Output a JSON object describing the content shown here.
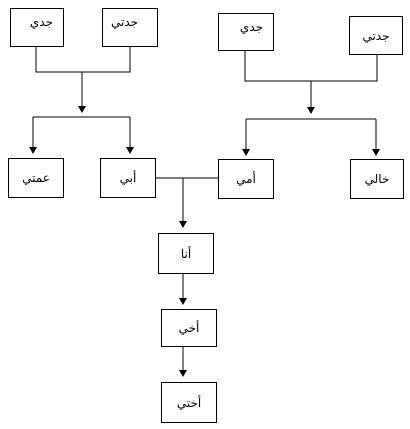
{
  "family_tree": {
    "paternal_grandfather": "جدي",
    "paternal_grandmother": "جدتي",
    "maternal_grandfather": "جدي",
    "maternal_grandmother": "جدتي",
    "aunt": "عمتي",
    "father": "أبي",
    "mother": "أمي",
    "uncle": "خالي",
    "me": "أنا",
    "brother": "أخي",
    "sister": "أختي"
  },
  "colors": {
    "line": "#000000",
    "box_border": "#000000",
    "background": "#ffffff"
  }
}
